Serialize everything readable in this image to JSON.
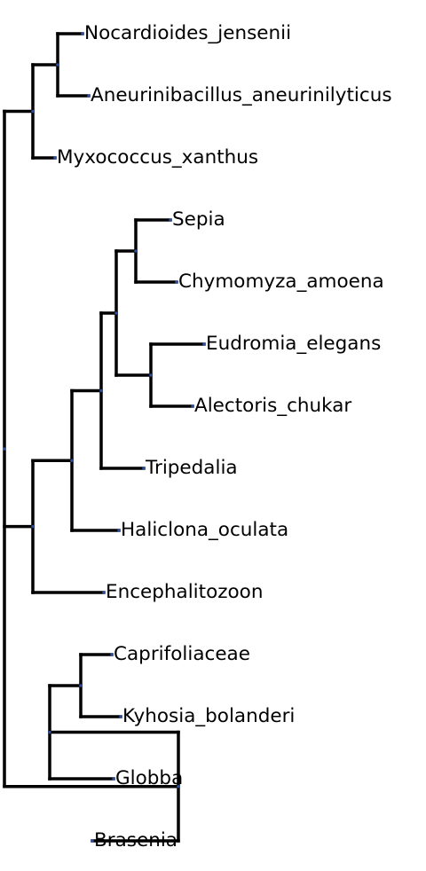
{
  "tree": {
    "colors": {
      "branch": "#000000",
      "node_marker": "#2b4c9b",
      "label": "#000000"
    },
    "leaves": [
      "Nocardioides_jensenii",
      "Aneurinibacillus_aneurinilyticus",
      "Myxococcus_xanthus",
      "Sepia",
      "Chymomyza_amoena",
      "Eudromia_elegans",
      "Alectoris_chukar",
      "Tripedalia",
      "Haliclona_oculata",
      "Encephalitozoon",
      "Caprifoliaceae",
      "Kyhosia_bolanderi",
      "Globba",
      "Brasenia"
    ],
    "newick": "(((Nocardioides_jensenii,Aneurinibacillus_aneurinilyticus),Myxococcus_xanthus),(((((Sepia,Chymomyza_amoena),(Eudromia_elegans,Alectoris_chukar)),Tripedalia),Haliclona_oculata),Encephalitozoon),(((Caprifoliaceae,Kyhosia_bolanderi),Globba),Brasenia)));"
  }
}
